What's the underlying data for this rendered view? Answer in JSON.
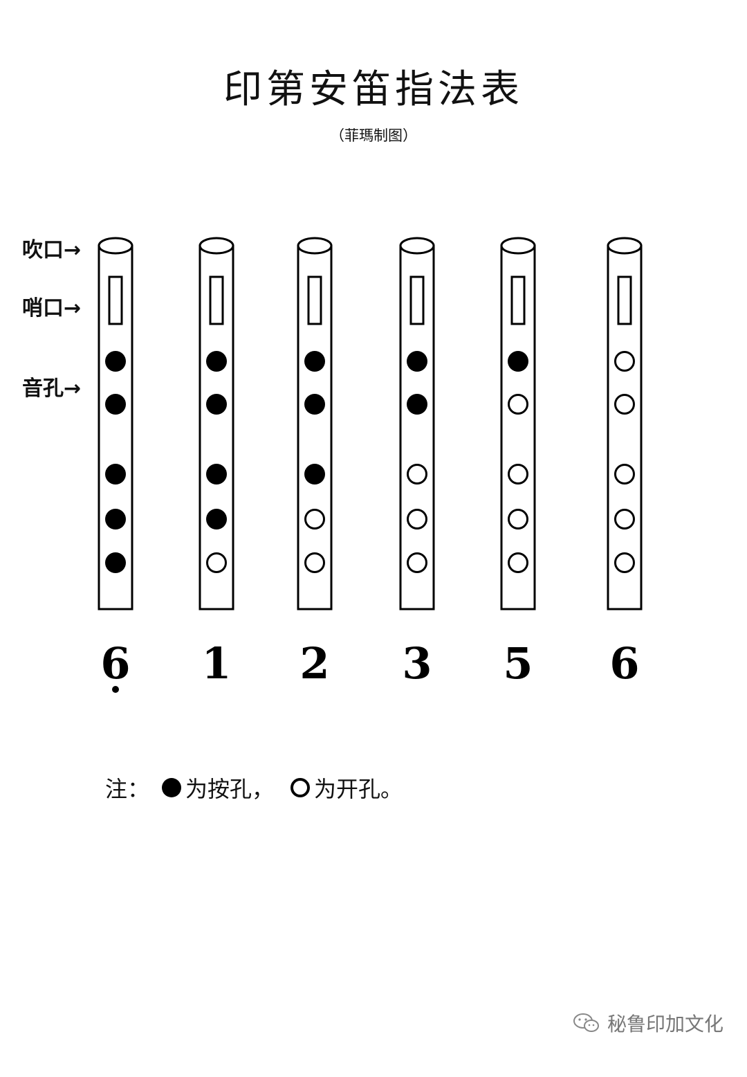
{
  "title": "印第安笛指法表",
  "subtitle": "（菲瑪制图）",
  "labels": {
    "mouthpiece": "吹口→",
    "whistle": "哨口→",
    "tone_holes": "音孔→"
  },
  "flutes": [
    {
      "note": "6",
      "low_octave_dot": true,
      "holes": [
        1,
        1,
        1,
        1,
        1
      ]
    },
    {
      "note": "1",
      "low_octave_dot": false,
      "holes": [
        1,
        1,
        1,
        1,
        0
      ]
    },
    {
      "note": "2",
      "low_octave_dot": false,
      "holes": [
        1,
        1,
        1,
        0,
        0
      ]
    },
    {
      "note": "3",
      "low_octave_dot": false,
      "holes": [
        1,
        1,
        0,
        0,
        0
      ]
    },
    {
      "note": "5",
      "low_octave_dot": false,
      "holes": [
        1,
        0,
        0,
        0,
        0
      ]
    },
    {
      "note": "6",
      "low_octave_dot": false,
      "holes": [
        0,
        0,
        0,
        0,
        0
      ]
    }
  ],
  "note_text": {
    "prefix": "注：",
    "closed": "为按孔，",
    "open": "为开孔。"
  },
  "watermark": "秘鲁印加文化",
  "icons": {
    "watermark_icon": "wechat-icon"
  },
  "colors": {
    "ink": "#000000",
    "watermark": "#777777"
  }
}
